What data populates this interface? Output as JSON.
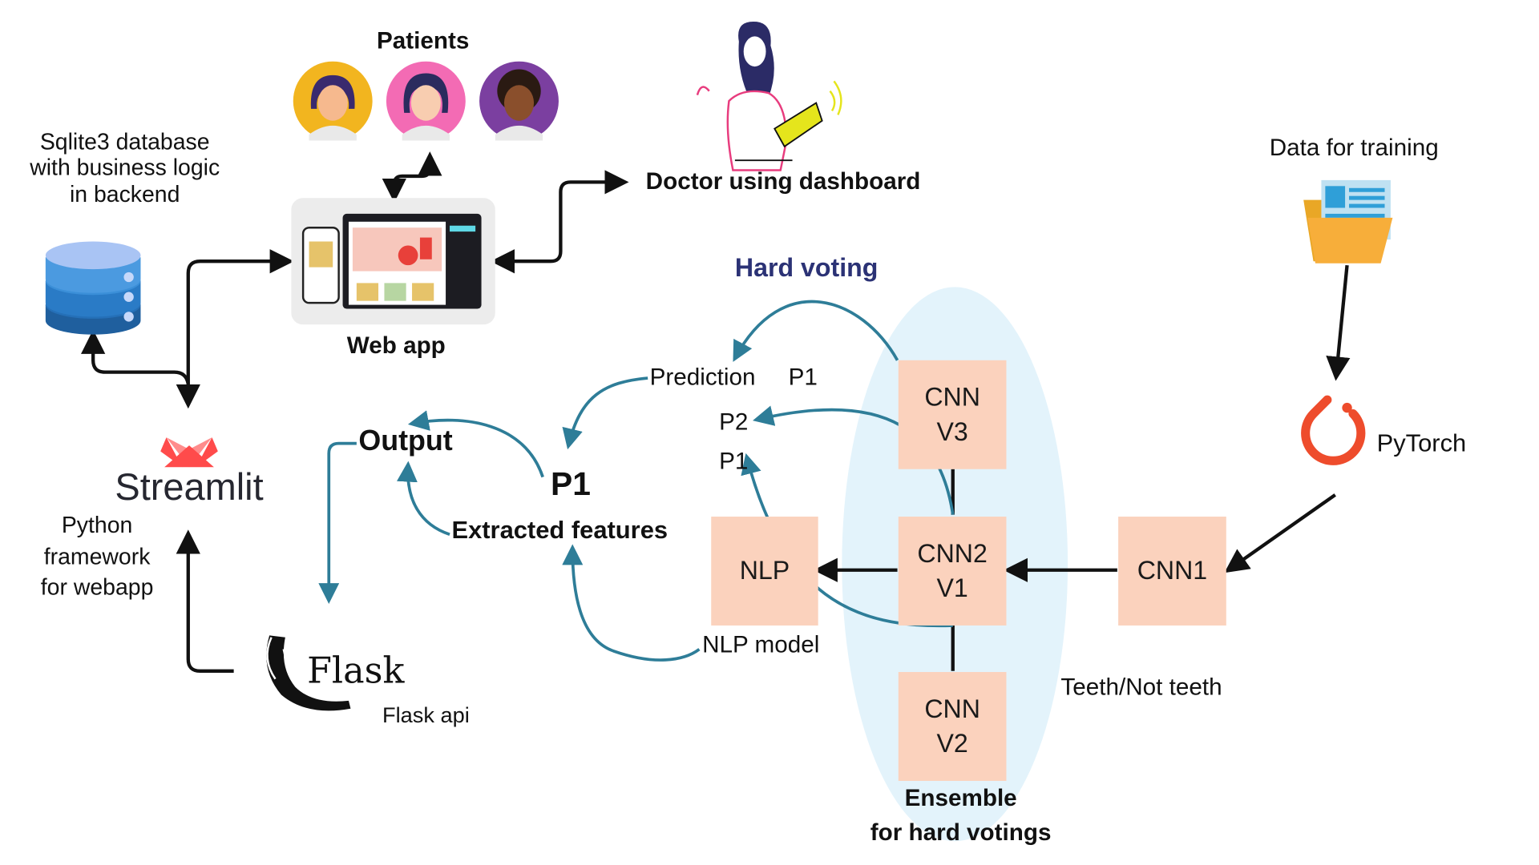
{
  "diagram": {
    "patients": "Patients",
    "doctor": "Doctor using dashboard",
    "web_app": "Web app",
    "database": {
      "line1": "Sqlite3 database",
      "line2": "with business logic",
      "line3": "in backend"
    },
    "streamlit": {
      "logo": "Streamlit",
      "line1": "Python",
      "line2": "framework",
      "line3": "for webapp"
    },
    "flask": {
      "logo": "Flask",
      "caption": "Flask api"
    },
    "output": "Output",
    "p1_main": "P1",
    "extracted": "Extracted features",
    "hard_voting": "Hard voting",
    "prediction": "Prediction",
    "pred_p1": "P1",
    "p2": "P2",
    "p1_small": "P1",
    "nlp_model": "NLP model",
    "nlp_box": "NLP",
    "cnn_v3": {
      "line1": "CNN",
      "line2": "V3"
    },
    "cnn2_v1": {
      "line1": "CNN2",
      "line2": "V1"
    },
    "cnn_v2": {
      "line1": "CNN",
      "line2": "V2"
    },
    "cnn1": "CNN1",
    "teeth": "Teeth/Not teeth",
    "ensemble": {
      "line1": "Ensemble",
      "line2": "for hard votings"
    },
    "data_training": "Data for training",
    "pytorch": "PyTorch"
  },
  "colors": {
    "box_fill": "#fbd2bd",
    "ensemble_fill": "#e3f3fb",
    "teal_arrow": "#2e7d98",
    "hard_voting_text": "#2b3275",
    "streamlit_red": "#ff4b4b",
    "pytorch_orange": "#ee4c2c",
    "db_blue": "#2f80c9"
  },
  "icons": [
    "patient-avatar-icon",
    "doctor-illustration-icon",
    "web-app-screenshot-icon",
    "database-icon",
    "streamlit-logo-icon",
    "flask-logo-icon",
    "folder-icon",
    "pytorch-logo-icon"
  ]
}
